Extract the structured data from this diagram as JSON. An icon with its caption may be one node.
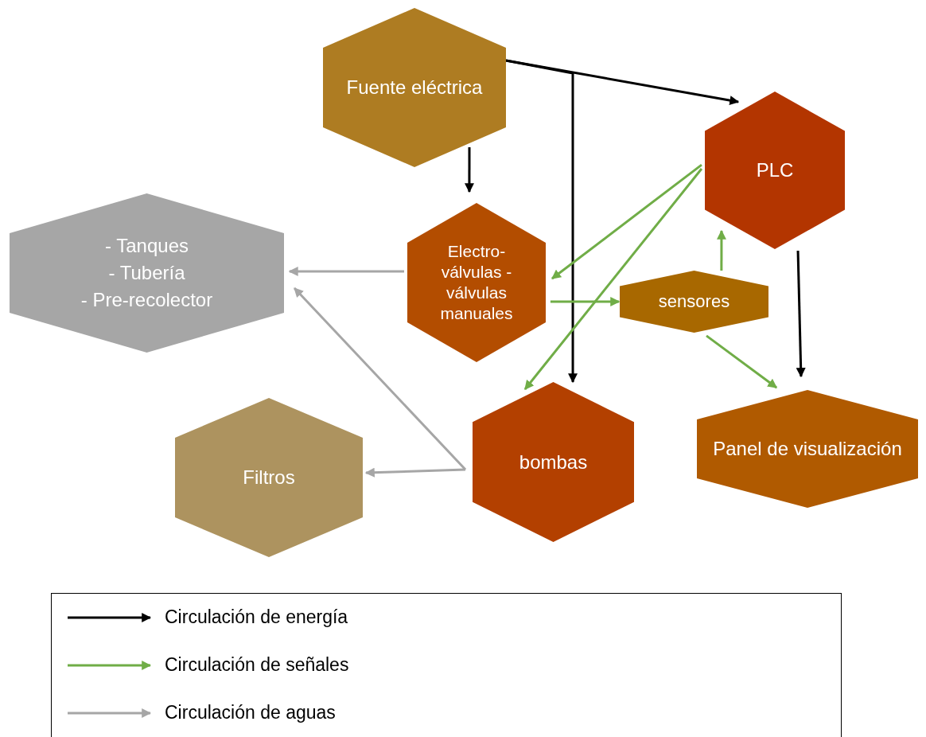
{
  "diagram": {
    "nodes": [
      {
        "text": [
          "Fuente eléctrica"
        ]
      },
      {
        "text": [
          "PLC"
        ]
      },
      {
        "text": [
          "- Tanques",
          "- Tubería",
          "- Pre-recolector"
        ]
      },
      {
        "text": [
          "Electro-válvulas - válvulas manuales"
        ]
      },
      {
        "text": [
          "sensores"
        ]
      },
      {
        "text": [
          "bombas"
        ]
      },
      {
        "text": [
          "Filtros"
        ]
      },
      {
        "text": [
          "Panel de visualización"
        ]
      }
    ],
    "edges": [
      {
        "from": 0,
        "to": 1,
        "arrow": "to",
        "color": "#000000"
      },
      {
        "from": 0,
        "to": 3,
        "arrow": "to",
        "color": "#000000"
      },
      {
        "from": 0,
        "to": 5,
        "arrow": "to",
        "color": "#000000"
      },
      {
        "from": 1,
        "to": 7,
        "arrow": "to",
        "color": "#000000"
      },
      {
        "from": 1,
        "to": 3,
        "arrow": "to"
      },
      {
        "from": 1,
        "to": 5,
        "arrow": "to"
      },
      {
        "from": 3,
        "to": 4,
        "arrow": "to"
      },
      {
        "from": 4,
        "to": 1,
        "arrow": "to"
      },
      {
        "from": 4,
        "to": 7,
        "arrow": "to"
      },
      {
        "from": 3,
        "to": 2,
        "arrow": "to",
        "color": "#a6a6a6"
      },
      {
        "from": 5,
        "to": 2,
        "arrow": "to",
        "color": "#a6a6a6"
      },
      {
        "from": 5,
        "to": 6,
        "arrow": "to",
        "color": "#a6a6a6"
      }
    ],
    "legend": [
      {
        "text": "Circulación de energía"
      },
      {
        "text": "Circulación de señales"
      },
      {
        "text": "Circulación de aguas"
      }
    ]
  }
}
